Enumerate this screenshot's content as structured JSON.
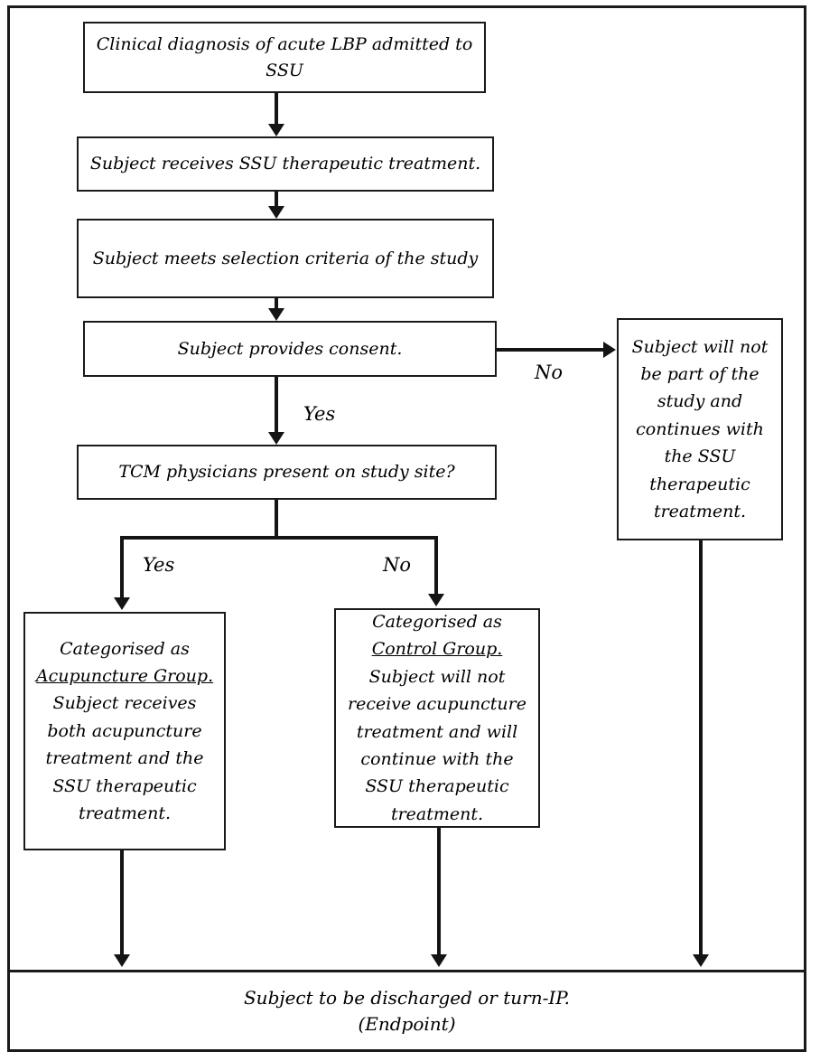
{
  "diagram": {
    "nodes": {
      "diagnosis": "Clinical diagnosis of acute LBP admitted to SSU",
      "ssu_treatment": "Subject receives SSU therapeutic treatment.",
      "selection": "Subject meets selection criteria of the study",
      "consent": "Subject provides consent.",
      "no_consent": "Subject will not be part of the study and continues with the SSU therapeutic treatment.",
      "tcm_question": "TCM physicians present on study site?",
      "acupuncture": {
        "pre": "Categorised as ",
        "underlined": "Acupuncture Group.",
        "post": " Subject receives both acupuncture treatment and the SSU therapeutic treatment."
      },
      "control": {
        "pre": "Categorised as ",
        "underlined": "Control Group.",
        "post": " Subject will not receive acupuncture treatment and will continue with the SSU therapeutic treatment."
      },
      "endpoint": {
        "line1": "Subject to be discharged or turn-IP.",
        "line2": "(Endpoint)"
      }
    },
    "edge_labels": {
      "consent_yes": "Yes",
      "consent_no": "No",
      "tcm_yes": "Yes",
      "tcm_no": "No"
    },
    "colors": {
      "line": "#1a1a1a",
      "text": "#000000",
      "background": "#ffffff"
    }
  }
}
